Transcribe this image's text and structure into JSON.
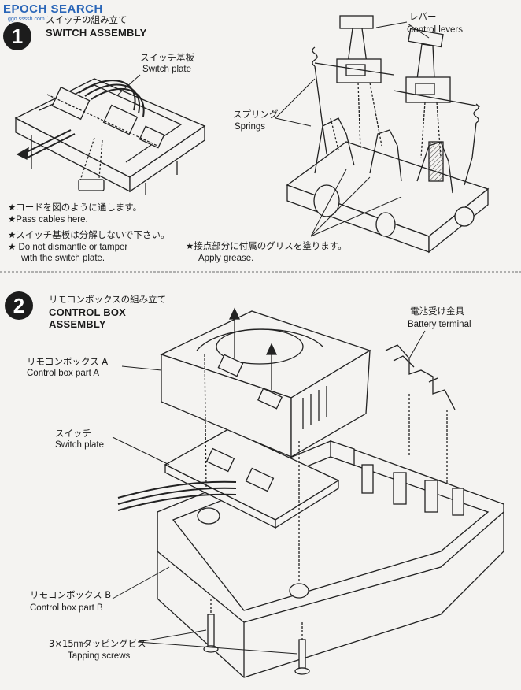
{
  "watermark": {
    "text": "EPOCH SEARCH",
    "sub": "ggo.ssssh.com"
  },
  "step1": {
    "number": "1",
    "title_jp": "スイッチの組み立て",
    "title_en": "SWITCH ASSEMBLY",
    "switch_plate_jp": "スイッチ基板",
    "switch_plate_en": "Switch plate",
    "control_levers_jp": "レバー",
    "control_levers_en": "Control levers",
    "springs_jp": "スプリング",
    "springs_en": "Springs",
    "note1_jp": "★コードを図のように通します。",
    "note1_en": "★Pass cables here.",
    "note2_jp": "★スイッチ基板は分解しないで下さい。",
    "note2_en_line1": "★ Do not dismantle or tamper",
    "note2_en_line2": "with the switch plate.",
    "note3_jp": "★接点部分に付属のグリスを塗ります。",
    "note3_en": "Apply grease."
  },
  "step2": {
    "number": "2",
    "title_jp": "リモコンボックスの組み立て",
    "title_en_line1": "CONTROL BOX",
    "title_en_line2": "ASSEMBLY",
    "battery_terminal_jp": "電池受け金具",
    "battery_terminal_en": "Battery terminal",
    "box_a_jp": "リモコンボックス A",
    "box_a_en": "Control box part A",
    "switch_plate_jp": "スイッチ",
    "switch_plate_en": "Switch plate",
    "box_b_jp": "リモコンボックス B",
    "box_b_en": "Control box part B",
    "screws_jp": "3×15㎜タッピングビス",
    "screws_en": "Tapping screws"
  }
}
